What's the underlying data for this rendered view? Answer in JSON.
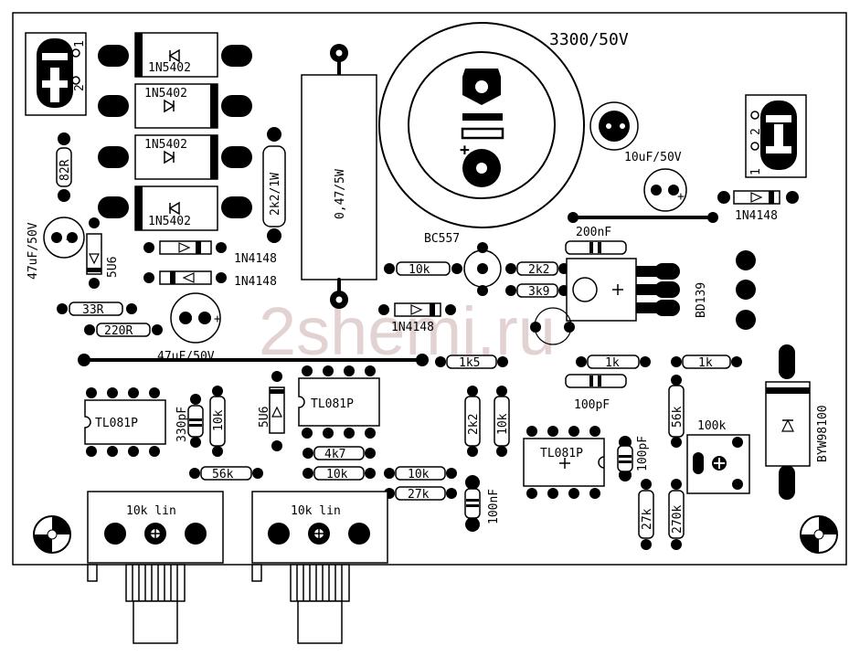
{
  "watermark": "2shemi.ru",
  "capacitors": {
    "main": "3300/50V",
    "c10u": "10uF/50V",
    "c47u_left": "47uF/50V",
    "c47u_mid": "47uF/50V",
    "c200n": "200nF",
    "c100p_mid": "100pF",
    "c330p": "330pF",
    "c100p_right": "100pF",
    "c100n": "100nF"
  },
  "diodes": {
    "d1": "1N5402",
    "d2": "1N5402",
    "d3": "1N5402",
    "d4": "1N5402",
    "d5": "1N4148",
    "d6": "1N4148",
    "d7": "1N4148",
    "d8": "1N4148",
    "z1": "5U6",
    "z2": "5U6",
    "big": "BYW98100"
  },
  "resistors": {
    "r82": "82R",
    "r2k2_1w": "2k2/1W",
    "r047": "0,47/5W",
    "r33": "33R",
    "r220": "220R",
    "r10k_a": "10k",
    "r2k2": "2k2",
    "r3k9": "3k9",
    "r1k5": "1k5",
    "r1k_a": "1k",
    "r1k_b": "1k",
    "r10k_b": "10k",
    "r4k7": "4k7",
    "r10k_c": "10k",
    "r56k_a": "56k",
    "r10k_d": "10k",
    "r27k_a": "27k",
    "r2k2_v": "2k2",
    "r10k_v": "10k",
    "r56k_v": "56k",
    "r27k_v": "27k",
    "r270k": "270k"
  },
  "transistors": {
    "q1": "BC557",
    "q2": "BD139"
  },
  "ics": {
    "u1": "TL081P",
    "u2": "TL081P",
    "u3": "TL081P"
  },
  "trimmer": "100k",
  "pots": {
    "p1": "10k lin",
    "p2": "10k lin"
  },
  "connectors": {
    "j1_pin1": "1",
    "j1_pin2": "2",
    "j2_pin1": "1",
    "j2_pin2": "2"
  }
}
